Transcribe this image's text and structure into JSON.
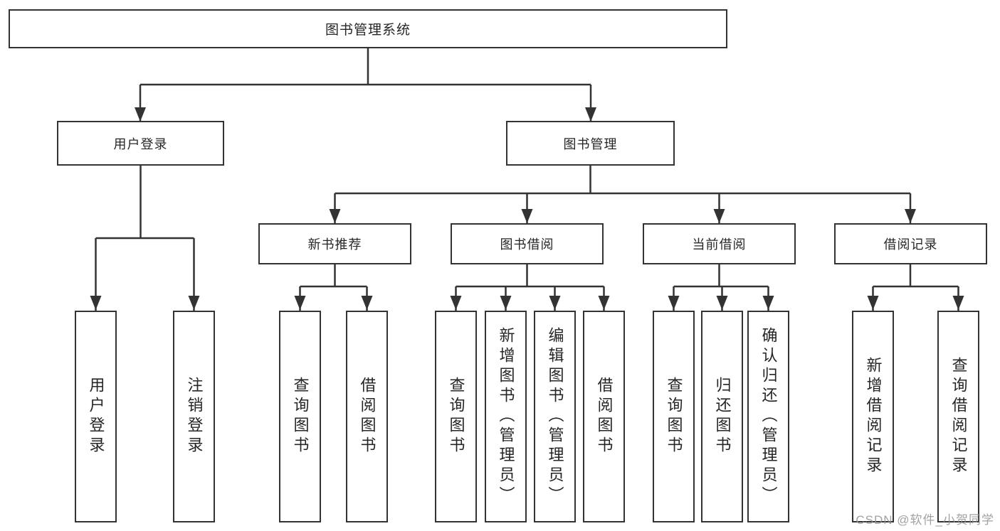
{
  "colors": {
    "line": "#333333",
    "box_border": "#333333",
    "box_fill": "#ffffff",
    "text": "#262626",
    "watermark": "#919191",
    "background": "#ffffff"
  },
  "watermark": {
    "text": "CSDN @软件_小贺同学"
  },
  "tree": {
    "label": "图书管理系统",
    "children": [
      {
        "label": "用户登录",
        "children": [
          {
            "label": "用户登录"
          },
          {
            "label": "注销登录"
          }
        ]
      },
      {
        "label": "图书管理",
        "children": [
          {
            "label": "新书推荐",
            "children": [
              {
                "label": "查询图书"
              },
              {
                "label": "借阅图书"
              }
            ]
          },
          {
            "label": "图书借阅",
            "children": [
              {
                "label": "查询图书"
              },
              {
                "label": "新增图书（管理员）"
              },
              {
                "label": "编辑图书（管理员）"
              },
              {
                "label": "借阅图书"
              }
            ]
          },
          {
            "label": "当前借阅",
            "children": [
              {
                "label": "查询图书"
              },
              {
                "label": "归还图书"
              },
              {
                "label": "确认归还（管理员）"
              }
            ]
          },
          {
            "label": "借阅记录",
            "children": [
              {
                "label": "新增借阅记录"
              },
              {
                "label": "查询借阅记录"
              }
            ]
          }
        ]
      }
    ]
  }
}
